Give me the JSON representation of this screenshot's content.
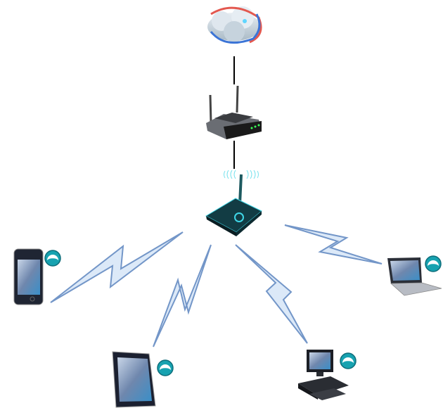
{
  "diagram": {
    "nodes": [
      {
        "id": "internet",
        "icon": "cloud-globe-icon"
      },
      {
        "id": "router",
        "icon": "wired-router-icon"
      },
      {
        "id": "access-point",
        "icon": "wireless-access-point-icon"
      },
      {
        "id": "smartphone",
        "icon": "smartphone-icon",
        "badge": "wifi-badge-icon"
      },
      {
        "id": "tablet",
        "icon": "tablet-icon",
        "badge": "wifi-badge-icon"
      },
      {
        "id": "desktop",
        "icon": "desktop-computer-icon",
        "badge": "wifi-badge-icon"
      },
      {
        "id": "laptop",
        "icon": "laptop-icon",
        "badge": "wifi-badge-icon"
      }
    ],
    "links": [
      {
        "from": "internet",
        "to": "router",
        "type": "wired"
      },
      {
        "from": "router",
        "to": "access-point",
        "type": "wired"
      },
      {
        "from": "access-point",
        "to": "smartphone",
        "type": "wireless"
      },
      {
        "from": "access-point",
        "to": "tablet",
        "type": "wireless"
      },
      {
        "from": "access-point",
        "to": "desktop",
        "type": "wireless"
      },
      {
        "from": "access-point",
        "to": "laptop",
        "type": "wireless"
      }
    ]
  },
  "colors": {
    "wired_link": "#000000",
    "wireless_fill": "#dce9f8",
    "wireless_stroke": "#7396c8",
    "badge": "#17a2b0",
    "access_point": "#123c44",
    "glow": "#3fd6e6"
  }
}
